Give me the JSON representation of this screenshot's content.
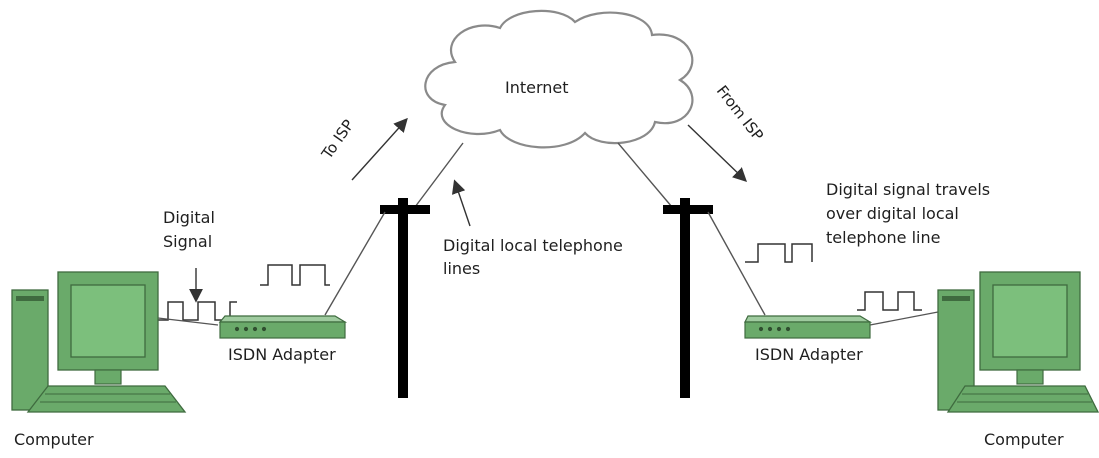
{
  "diagram": {
    "cloud_label": "Internet",
    "to_isp": "To ISP",
    "from_isp": "From ISP",
    "digital_signal_lines": [
      "Digital",
      "Signal"
    ],
    "local_lines_label": [
      "Digital local telephone",
      "lines"
    ],
    "right_signal_note": [
      "Digital signal travels",
      "over digital local",
      "telephone line"
    ],
    "left_adapter_label": "ISDN Adapter",
    "right_adapter_label": "ISDN Adapter",
    "left_computer_label": "Computer",
    "right_computer_label": "Computer"
  },
  "colors": {
    "device_green": "#6aaa6a",
    "device_dark": "#3f6b3f",
    "screen_green": "#7cbf7c",
    "line": "#444444",
    "pole": "#000000"
  }
}
